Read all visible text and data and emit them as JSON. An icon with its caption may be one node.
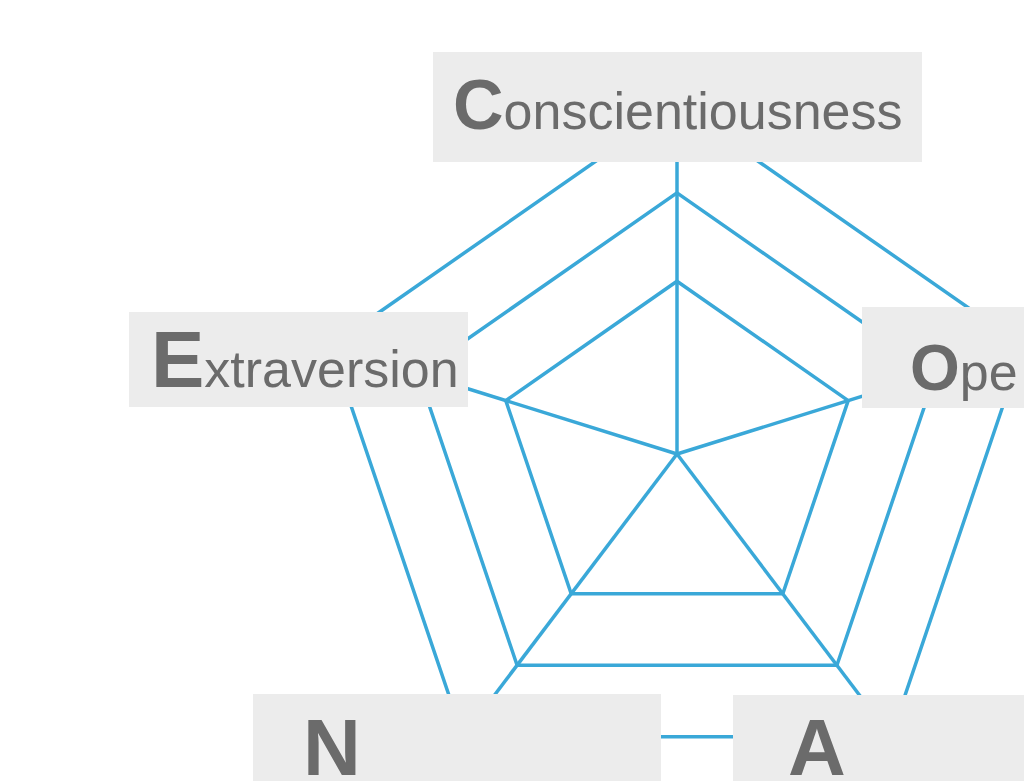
{
  "diagram": {
    "nodes": [
      {
        "text": [
          "Conscientiousness"
        ]
      },
      {
        "text": [
          "Extraversion"
        ]
      },
      {
        "text": [
          "Ope"
        ]
      },
      {
        "text": [
          "N"
        ]
      },
      {
        "text": [
          "A"
        ]
      }
    ]
  }
}
